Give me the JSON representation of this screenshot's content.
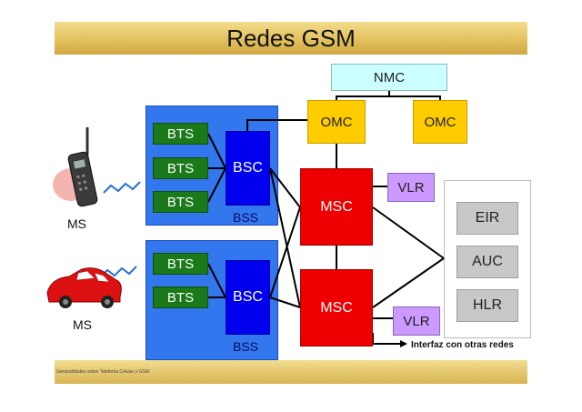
{
  "title": "Redes GSM",
  "footer_text": "Generalidades sobre Telefonía Celular y GSM",
  "nodes": {
    "nmc": "NMC",
    "omc_left": "OMC",
    "omc_right": "OMC",
    "bsc_top": "BSC",
    "bsc_bottom": "BSC",
    "msc_top": "MSC",
    "msc_bottom": "MSC",
    "vlr_top": "VLR",
    "vlr_bottom": "VLR",
    "eir": "EIR",
    "auc": "AUC",
    "hlr": "HLR"
  },
  "bts_label": "BTS",
  "bss_label": "BSS",
  "ms_label": "MS",
  "interface_label": "Interfaz con otras redes",
  "icons": [
    "mobile-phone-icon",
    "car-icon",
    "radio-wave-icon"
  ],
  "colors": {
    "bss": "#3377ee",
    "bts": "#1a7a1a",
    "bsc": "#0000ee",
    "msc": "#ee0000",
    "omc": "#ffcc00",
    "nmc": "#ccffff",
    "vlr": "#cc99ff",
    "registers": "#c8c8c8",
    "title_bar": "#e3c15e"
  }
}
